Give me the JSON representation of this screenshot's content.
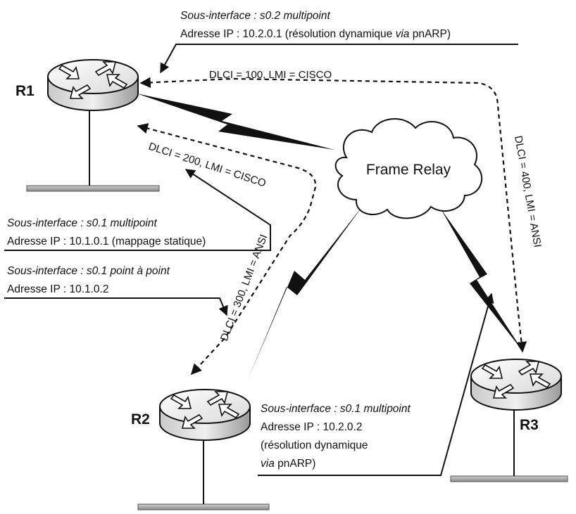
{
  "routers": {
    "r1": {
      "name": "R1"
    },
    "r2": {
      "name": "R2"
    },
    "r3": {
      "name": "R3"
    }
  },
  "cloud": {
    "label": "Frame Relay"
  },
  "dlci_labels": {
    "r1_r3": "DLCI = 100, LMI = CISCO",
    "r1_r2": "DLCI = 200, LMI = CISCO",
    "r2": "DLCI = 300, LMI = ANSI",
    "r3": "DLCI = 400, LMI = ANSI"
  },
  "annotations": {
    "r1_s02": {
      "line1_italic": "Sous-interface : s0.2 multipoint",
      "line2_prefix": "Adresse IP : 10.2.0.1 (résolution dynamique ",
      "line2_italic": "via",
      "line2_suffix": " pnARP)"
    },
    "r1_s01": {
      "line1_italic": "Sous-interface : s0.1 multipoint",
      "line2": "Adresse IP : 10.1.0.1 (mappage statique)"
    },
    "r2_s01_p2p": {
      "line1_italic": "Sous-interface : s0.1 point à point",
      "line2": "Adresse IP : 10.1.0.2"
    },
    "r3_s01": {
      "line1_italic": "Sous-interface : s0.1 multipoint",
      "line2": "Adresse IP : 10.2.0.2",
      "line3": "(résolution dynamique",
      "line4_italic": "via",
      "line4_suffix": " pnARP)"
    }
  }
}
